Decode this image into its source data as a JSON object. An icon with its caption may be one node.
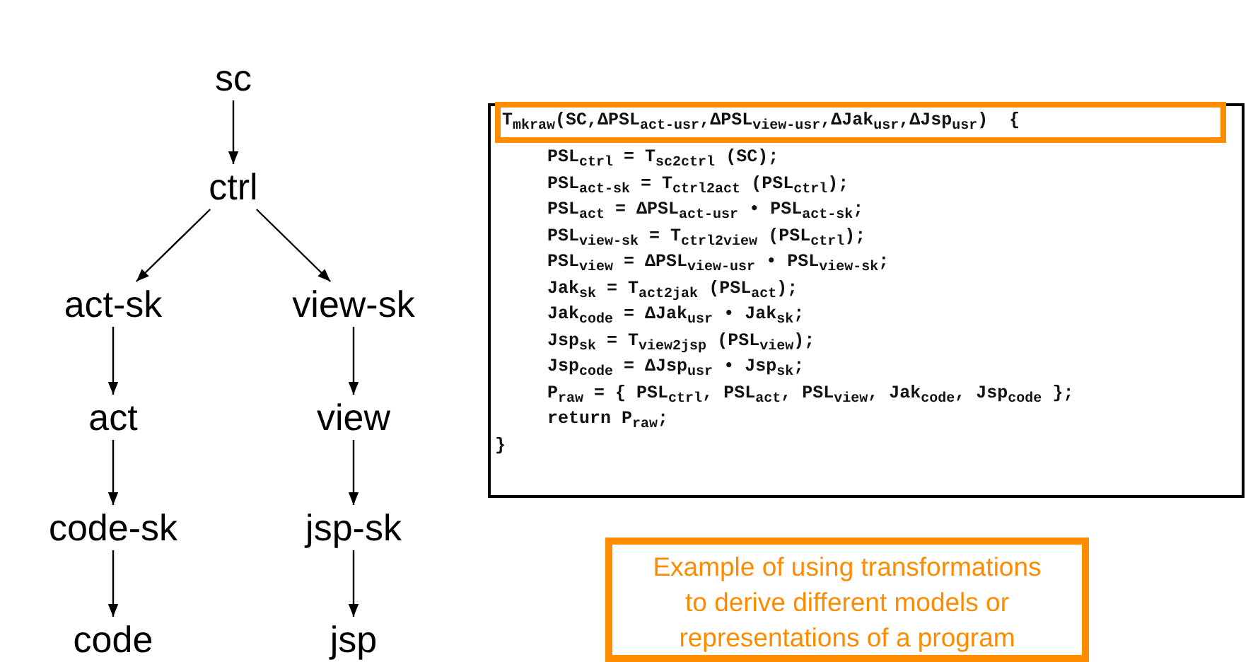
{
  "diagram": {
    "nodes": [
      {
        "text": [
          "sc"
        ]
      },
      {
        "text": [
          "ctrl"
        ]
      },
      {
        "text": [
          "act-sk"
        ]
      },
      {
        "text": [
          "view-sk"
        ]
      },
      {
        "text": [
          "act"
        ]
      },
      {
        "text": [
          "view"
        ]
      },
      {
        "text": [
          "code-sk"
        ]
      },
      {
        "text": [
          "jsp-sk"
        ]
      },
      {
        "text": [
          "code"
        ]
      },
      {
        "text": [
          "jsp"
        ]
      },
      {
        "text": [
          "PSL$_{ctrl}$ = T$_{sc2ctrl}$ (SC);",
          "PSL$_{act-sk}$ = T$_{ctrl2act}$ (PSL$_{ctrl}$);",
          "PSL$_{act}$ = ΔPSL$_{act-usr}$ • PSL$_{act-sk}$;",
          "PSL$_{view-sk}$ = T$_{ctrl2view}$ (PSL$_{ctrl}$);",
          "PSL$_{view}$ = ΔPSL$_{view-usr}$ • PSL$_{view-sk}$;",
          "Jak$_{sk}$ = T$_{act2jak}$ (PSL$_{act}$);",
          "Jak$_{code}$ = ΔJak$_{usr}$ • Jak$_{sk}$;",
          "Jsp$_{sk}$ = T$_{view2jsp}$ (PSL$_{view}$);",
          "Jsp$_{code}$ = ΔJsp$_{usr}$ • Jsp$_{sk}$;",
          "P$_{raw}$ = { PSL$_{ctrl}$, PSL$_{act}$, PSL$_{view}$, Jak$_{code}$, Jsp$_{code}$ };",
          "return P$_{raw}$;",
          "}"
        ]
      },
      {
        "text": [
          "T$_{mkraw}$(SC,ΔPSL$_{act-usr}$,ΔPSL$_{view-usr}$,ΔJak$_{usr}$,ΔJsp$_{usr}$)  {"
        ],
        "in": 10
      },
      {
        "text": [
          "Example of using transformations to derive different models or representations of a program"
        ]
      }
    ],
    "edges": [
      {
        "from": 0,
        "to": 1,
        "arrow": "to"
      },
      {
        "from": 1,
        "to": 2,
        "arrow": "to"
      },
      {
        "from": 1,
        "to": 3,
        "arrow": "to"
      },
      {
        "from": 2,
        "to": 4,
        "arrow": "to"
      },
      {
        "from": 4,
        "to": 6,
        "arrow": "to"
      },
      {
        "from": 6,
        "to": 8,
        "arrow": "to"
      },
      {
        "from": 3,
        "to": 5,
        "arrow": "to"
      },
      {
        "from": 5,
        "to": 7,
        "arrow": "to"
      },
      {
        "from": 7,
        "to": 9,
        "arrow": "to"
      }
    ]
  }
}
